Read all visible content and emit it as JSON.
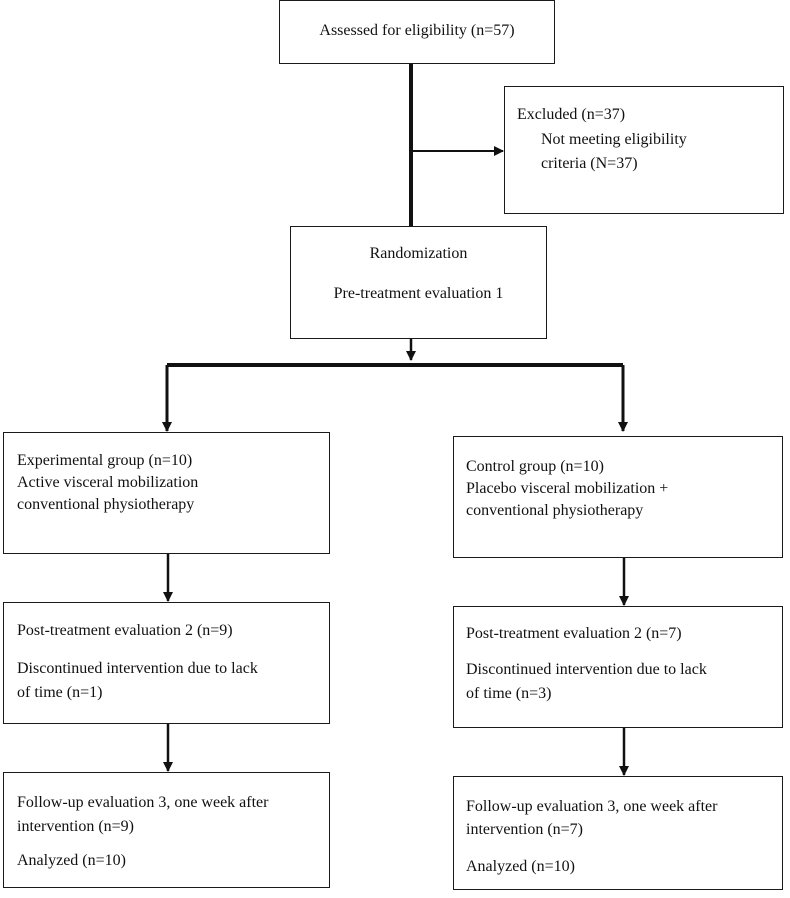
{
  "assessed": "Assessed for eligibility (n=57)",
  "excluded": {
    "title": "Excluded  (n=37)",
    "line1": "Not meeting eligibility",
    "line2": "criteria (N=37)"
  },
  "randomization": {
    "title": "Randomization",
    "sub": "Pre-treatment evaluation 1"
  },
  "experimental": {
    "group": {
      "line1": "Experimental group (n=10)",
      "line2": "Active visceral mobilization",
      "line3": "conventional physiotherapy"
    },
    "post": {
      "line1": "Post-treatment evaluation 2 (n=9)",
      "line2": "Discontinued intervention due to lack",
      "line3": "of time (n=1)"
    },
    "follow": {
      "line1": "Follow-up evaluation 3, one week after",
      "line2": "intervention (n=9)",
      "line3": "Analyzed (n=10)"
    }
  },
  "control": {
    "group": {
      "line1": "Control group (n=10)",
      "line2": "Placebo visceral mobilization +",
      "line3": "conventional physiotherapy"
    },
    "post": {
      "line1": "Post-treatment evaluation 2 (n=7)",
      "line2": "Discontinued intervention due to lack",
      "line3": "of time (n=3)"
    },
    "follow": {
      "line1": "Follow-up evaluation 3, one week after",
      "line2": "intervention (n=7)",
      "line3": "Analyzed (n=10)"
    }
  }
}
